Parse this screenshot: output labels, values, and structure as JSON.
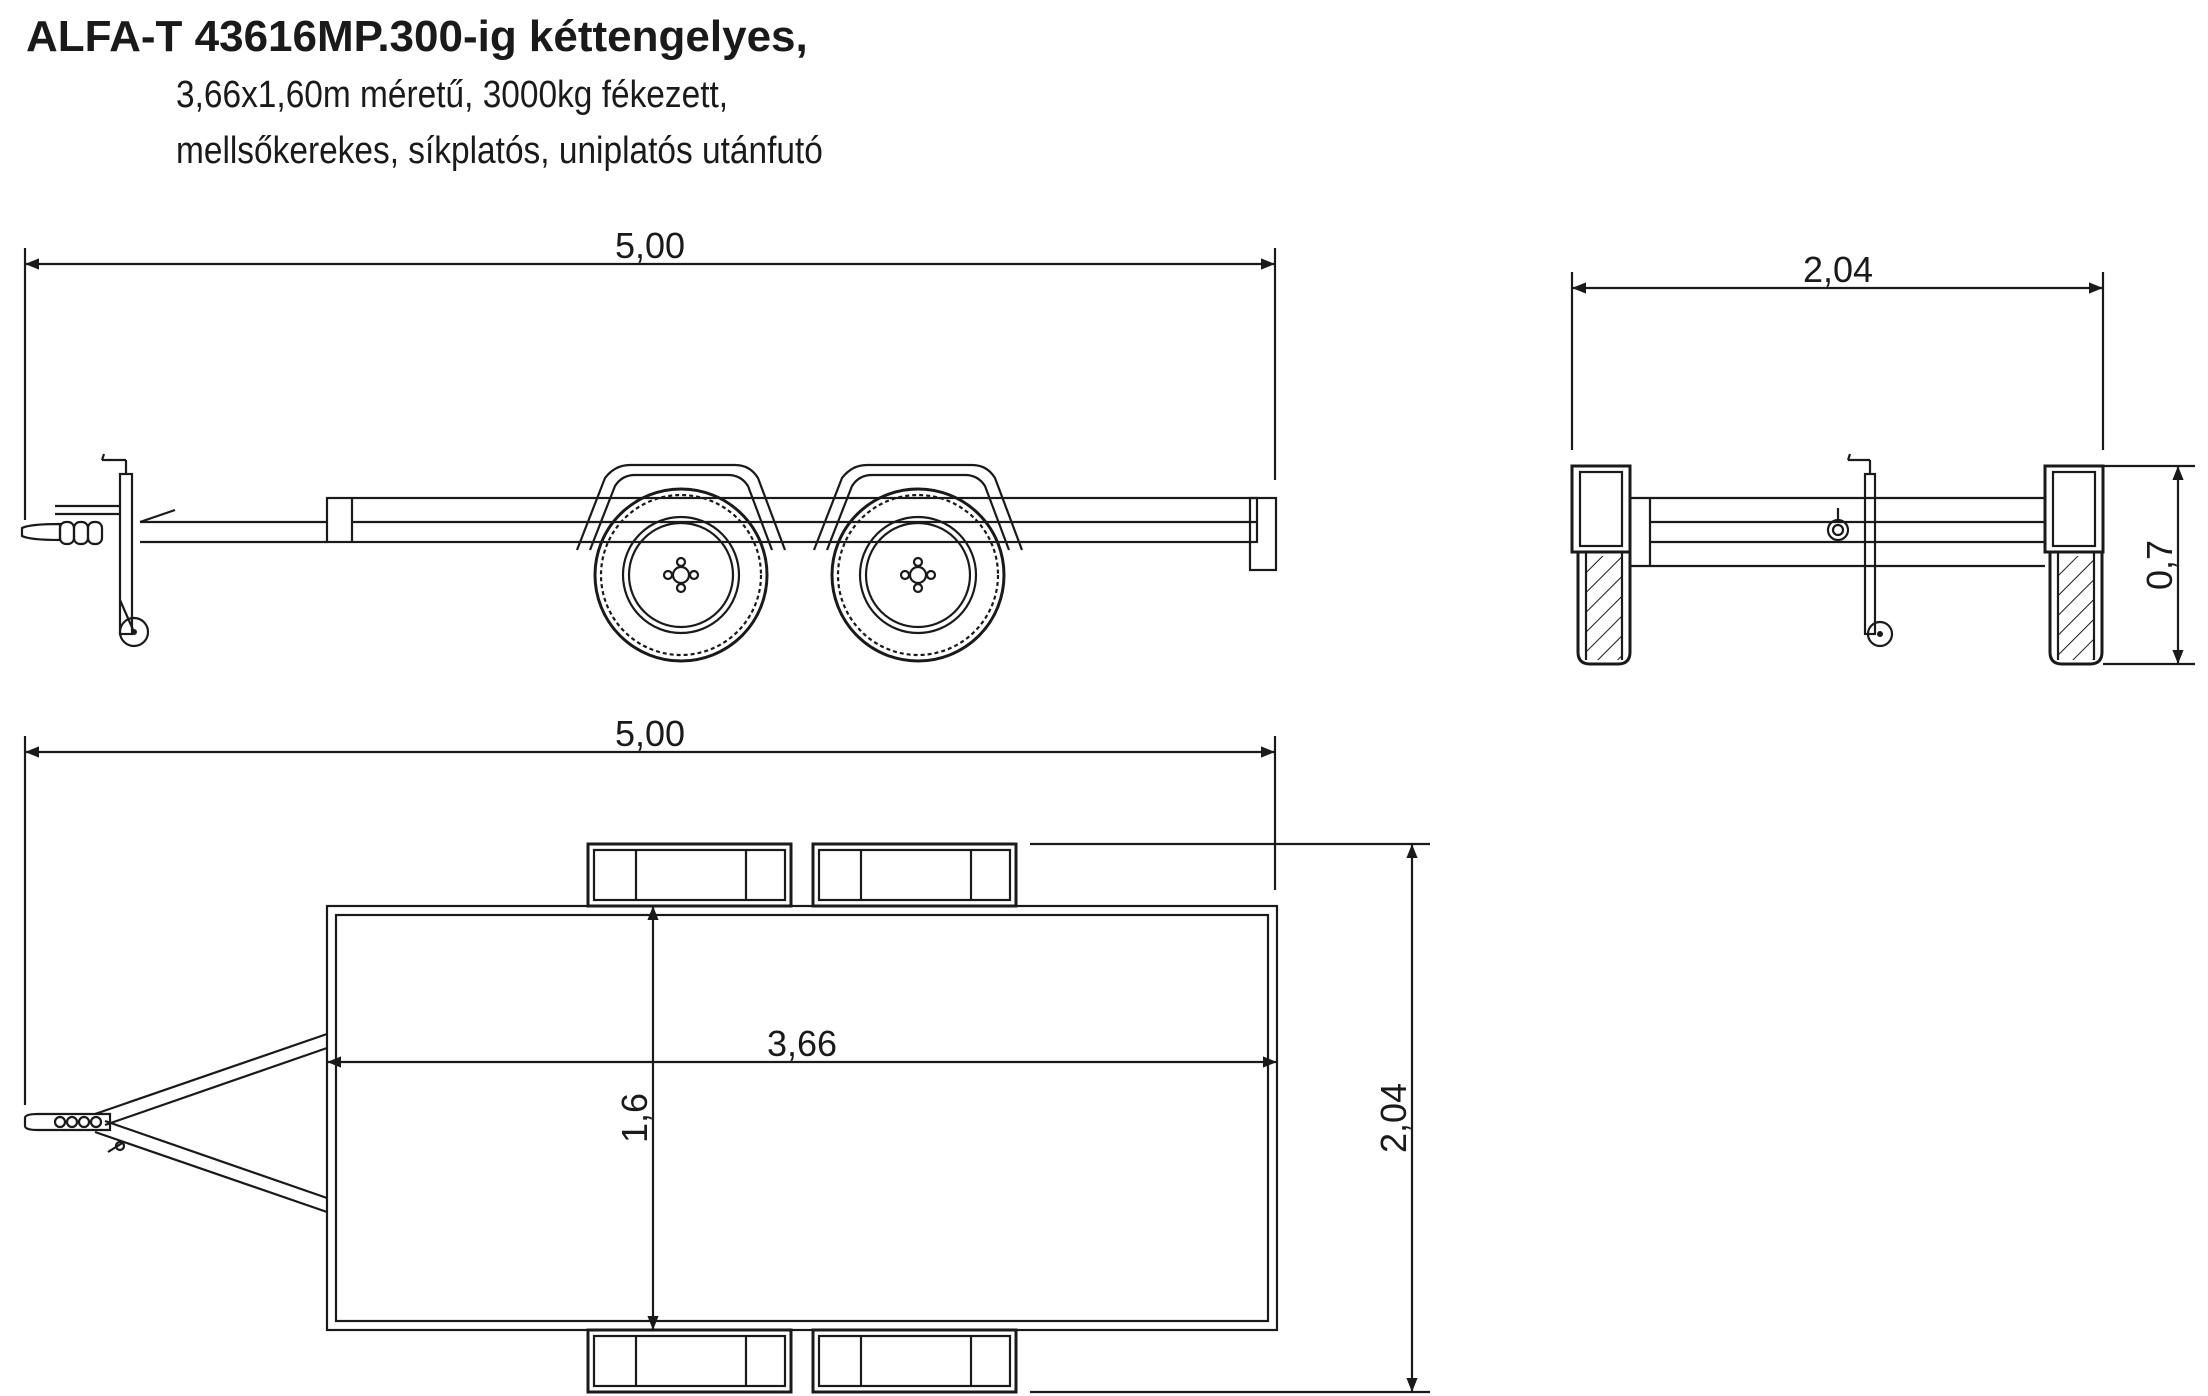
{
  "header": {
    "title": "ALFA-T 43616MP.300-ig kéttengelyes,",
    "line1": "3,66x1,60m méretű, 3000kg fékezett,",
    "line2": "mellsőkerekes, síkplatós, uniplatós utánfutó"
  },
  "dimensions": {
    "side_length": "5,00",
    "rear_width": "2,04",
    "rear_height": "0,7",
    "top_length": "5,00",
    "bed_length": "3,66",
    "bed_width": "1,6",
    "overall_width": "2,04"
  },
  "colors": {
    "line": "#1a1a1a",
    "background": "#ffffff"
  }
}
